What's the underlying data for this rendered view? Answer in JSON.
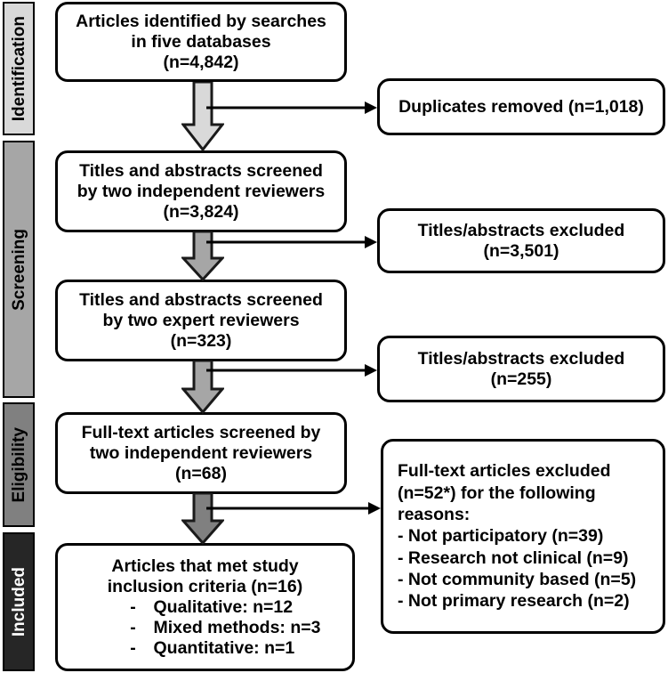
{
  "diagram": {
    "title": "PRISMA study selection flow diagram",
    "type": "prisma-flow-diagram"
  },
  "stages": [
    {
      "label": "Identification",
      "color": "#d9d9d9",
      "text_color": "#000000"
    },
    {
      "label": "Screening",
      "color": "#a6a6a6",
      "text_color": "#000000"
    },
    {
      "label": "Eligibility",
      "color": "#808080",
      "text_color": "#000000"
    },
    {
      "label": "Included",
      "color": "#262626",
      "text_color": "#ffffff"
    }
  ],
  "main_boxes": [
    {
      "name": "identified",
      "lines": [
        "Articles identified by searches",
        "in five databases",
        "(n=4,842)"
      ]
    },
    {
      "name": "screened-independent",
      "lines": [
        "Titles and abstracts screened",
        "by two independent reviewers",
        "(n=3,824)"
      ]
    },
    {
      "name": "screened-expert",
      "lines": [
        "Titles and abstracts screened",
        "by two expert reviewers",
        "(n=323)"
      ]
    },
    {
      "name": "fulltext-screened",
      "lines": [
        "Full-text articles screened by",
        "two independent reviewers",
        "(n=68)"
      ]
    }
  ],
  "included_box": {
    "name": "included-articles",
    "heading_line_1": "Articles that met study",
    "heading_line_2_plain": "inclusion criteria ",
    "heading_line_2_bold": "(n=16)",
    "items": [
      {
        "dash": "-",
        "text": "Qualitative: n=12"
      },
      {
        "dash": "-",
        "text": "Mixed methods: n=3"
      },
      {
        "dash": "-",
        "text": "Quantitative: n=1"
      }
    ]
  },
  "exclusion_boxes": [
    {
      "name": "duplicates-removed",
      "lines": [
        "Duplicates removed (n=1,018)"
      ]
    },
    {
      "name": "titles-abstracts-excluded-1",
      "lines": [
        "Titles/abstracts excluded",
        "(n=3,501)"
      ]
    },
    {
      "name": "titles-abstracts-excluded-2",
      "lines": [
        "Titles/abstracts excluded",
        "(n=255)"
      ]
    }
  ],
  "fulltext_excluded_box": {
    "name": "fulltext-excluded",
    "lines": [
      "Full-text articles excluded",
      "(n=52*) for the following",
      "reasons:",
      "- Not participatory (n=39)",
      "- Research not clinical (n=9)",
      "- Not community based (n=5)",
      "- Not primary research (n=2)"
    ]
  },
  "arrows": [
    {
      "name": "arrow-identification-to-screening",
      "fill": "#d9d9d9"
    },
    {
      "name": "arrow-screening-1",
      "fill": "#a6a6a6"
    },
    {
      "name": "arrow-screening-2",
      "fill": "#a6a6a6"
    },
    {
      "name": "arrow-eligibility-to-included",
      "fill": "#808080"
    }
  ],
  "connectors": [
    {
      "name": "connector-to-duplicates"
    },
    {
      "name": "connector-to-excluded-1"
    },
    {
      "name": "connector-to-excluded-2"
    },
    {
      "name": "connector-to-fulltext-excluded"
    }
  ],
  "colors": {
    "outline": "#000000",
    "background": "#ffffff",
    "stage_1": "#d9d9d9",
    "stage_2": "#a6a6a6",
    "stage_3": "#808080",
    "stage_4": "#262626"
  }
}
